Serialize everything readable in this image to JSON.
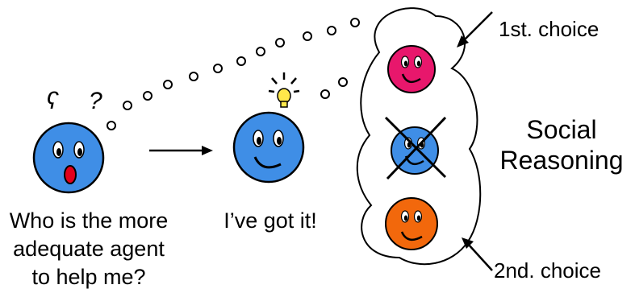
{
  "question_caption": {
    "line1": "Who is the more",
    "line2": "adequate agent",
    "line3": "to help me?"
  },
  "answer_caption": "I’ve got it!",
  "confused_marks": [
    "ʕ",
    "?"
  ],
  "panel_label": {
    "line1": "Social",
    "line2": "Reasoning"
  },
  "first_choice_label": "1st. choice",
  "second_choice_label": "2nd. choice",
  "colors": {
    "agent_blue": "#3f8ee6",
    "first_choice_magenta": "#e8176c",
    "rejected_blue": "#3f8ee6",
    "second_choice_orange": "#f2680c",
    "lightbulb_yellow": "#ffe84a",
    "mouth_red": "#e2001a",
    "outline": "#000000",
    "background": "#ffffff"
  },
  "icons": [
    "lightbulb-icon",
    "arrow-right-icon",
    "cross-out-icon",
    "thought-bubble-icon"
  ]
}
